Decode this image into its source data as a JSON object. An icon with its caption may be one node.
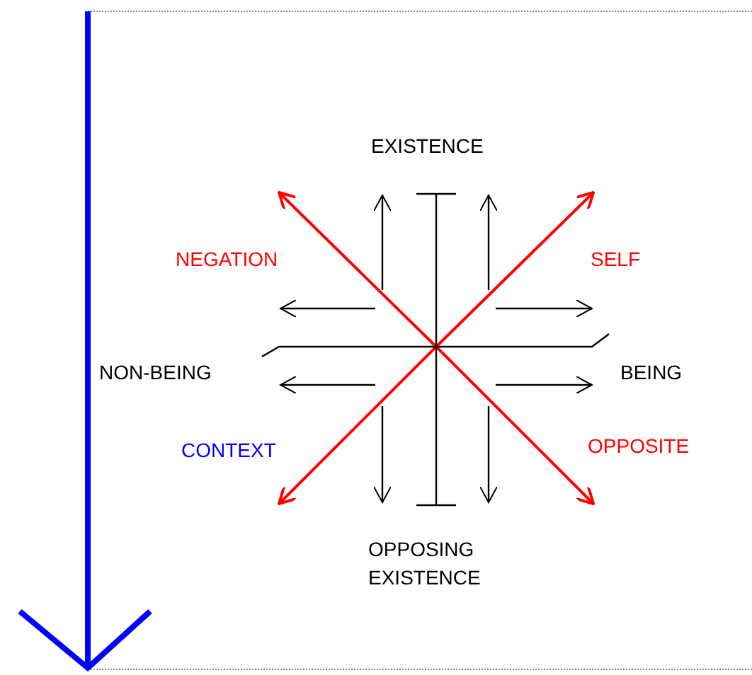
{
  "diagram": {
    "labels": [
      "EXISTENCE",
      "NEGATION",
      "SELF",
      "NON-BEING",
      "BEING",
      "CONTEXT",
      "OPPOSITE",
      "OPPOSING EXISTENCE"
    ]
  }
}
